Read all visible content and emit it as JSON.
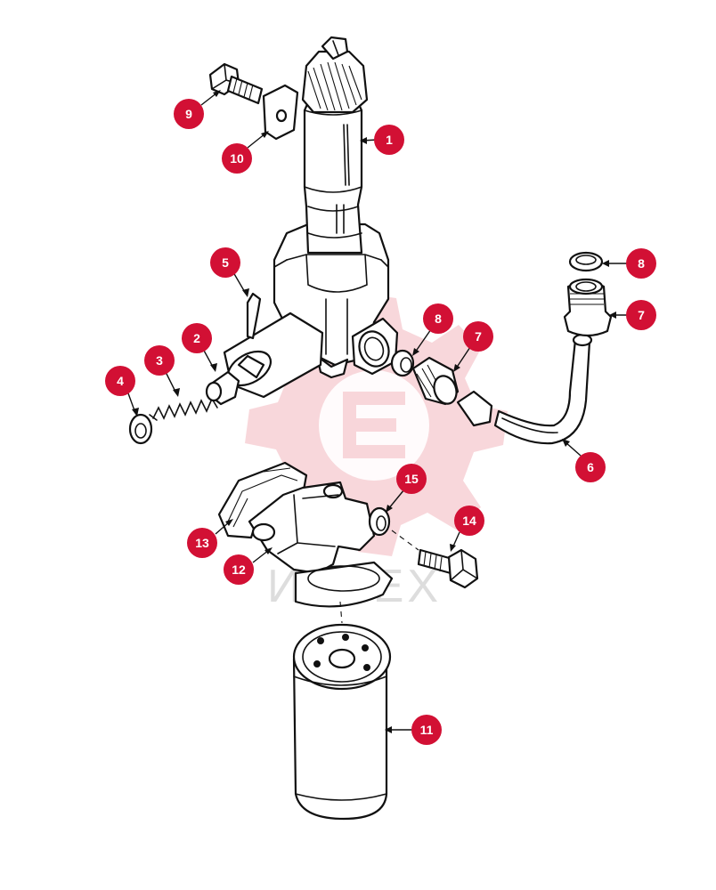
{
  "colors": {
    "callout": "#d21034",
    "line": "#111111",
    "watermark_gear": "#f6c9cf",
    "watermark_text": "#dddddd"
  },
  "watermark": {
    "text": "ИНТЕХ"
  },
  "callouts": [
    {
      "id": "c1",
      "label": "1"
    },
    {
      "id": "c2",
      "label": "2"
    },
    {
      "id": "c3",
      "label": "3"
    },
    {
      "id": "c4",
      "label": "4"
    },
    {
      "id": "c5",
      "label": "5"
    },
    {
      "id": "c6",
      "label": "6"
    },
    {
      "id": "c7a",
      "label": "7"
    },
    {
      "id": "c7b",
      "label": "7"
    },
    {
      "id": "c8a",
      "label": "8"
    },
    {
      "id": "c8b",
      "label": "8"
    },
    {
      "id": "c9",
      "label": "9"
    },
    {
      "id": "c10",
      "label": "10"
    },
    {
      "id": "c11",
      "label": "11"
    },
    {
      "id": "c12",
      "label": "12"
    },
    {
      "id": "c13",
      "label": "13"
    },
    {
      "id": "c14",
      "label": "14"
    },
    {
      "id": "c15",
      "label": "15"
    }
  ]
}
